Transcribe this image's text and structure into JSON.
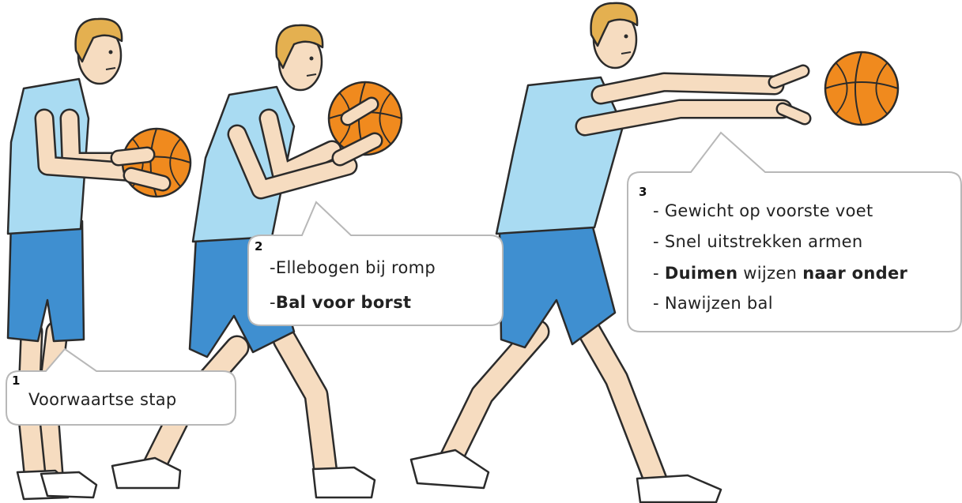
{
  "colors": {
    "skin": "#f6dcc0",
    "hair": "#e4b050",
    "jersey": "#a9dbf2",
    "shorts": "#3f8fd0",
    "ball": "#f08a1e",
    "outline": "#2b2b2b",
    "callout_fill": "#ffffff",
    "callout_stroke": "#b8b8b8"
  },
  "figures": [
    {
      "name": "player-stance"
    },
    {
      "name": "player-pass-prepare"
    },
    {
      "name": "player-pass-release"
    }
  ],
  "callouts": [
    {
      "number": "1",
      "lines": [
        {
          "parts": [
            {
              "text": "Voorwaartse  stap",
              "bold": false
            }
          ]
        }
      ]
    },
    {
      "number": "2",
      "lines": [
        {
          "parts": [
            {
              "text": "-Ellebogen bij romp",
              "bold": false
            }
          ]
        },
        {
          "parts": [
            {
              "text": "-",
              "bold": false
            },
            {
              "text": "Bal voor borst",
              "bold": true
            }
          ]
        }
      ]
    },
    {
      "number": "3",
      "lines": [
        {
          "parts": [
            {
              "text": "- Gewicht op voorste voet",
              "bold": false
            }
          ]
        },
        {
          "parts": [
            {
              "text": "- Snel uitstrekken armen",
              "bold": false
            }
          ]
        },
        {
          "parts": [
            {
              "text": "- ",
              "bold": false
            },
            {
              "text": "Duimen",
              "bold": true
            },
            {
              "text": " wijzen ",
              "bold": false
            },
            {
              "text": "naar onder",
              "bold": true
            }
          ]
        },
        {
          "parts": [
            {
              "text": "- Nawijzen  bal",
              "bold": false
            }
          ]
        }
      ]
    }
  ]
}
